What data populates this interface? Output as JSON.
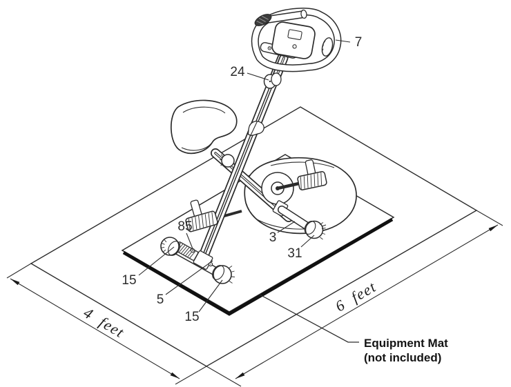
{
  "diagram": {
    "description": "Isometric line drawing of a folding upright exercise bike standing on an equipment mat, with part callout numbers and floor clearance dimensions",
    "callouts": {
      "handlebar_console": "7",
      "adjustment_knob": "24",
      "carriage_bolt": "85",
      "front_end_cap_left": "15",
      "front_stabilizer": "5",
      "front_end_cap_right": "15",
      "rear_stabilizer": "3",
      "rear_end_cap": "31"
    },
    "dimensions": {
      "side": "4 feet",
      "front": "6 feet"
    },
    "note": {
      "line1": "Equipment Mat",
      "line2": "(not included)"
    },
    "colors": {
      "line": "#2b2b2b",
      "mat_edge": "#111111",
      "background": "#ffffff",
      "grip_pad_dark": "#3c3c3c"
    }
  }
}
